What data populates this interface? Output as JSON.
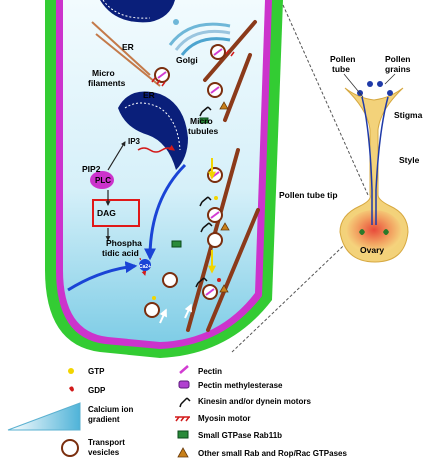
{
  "cell_labels": {
    "er_top": "ER",
    "golgi": "Golgi",
    "micro_filaments": [
      "Micro",
      "filaments"
    ],
    "er_mid": "ER",
    "micro_tubules": [
      "Micro",
      "tubules"
    ],
    "ip3": "IP3",
    "pip2": "PIP2",
    "plc": "PLC",
    "dag": "DAG",
    "phosphatidic_acid": [
      "Phospha",
      "tidic acid"
    ],
    "calcium": "Ca2+"
  },
  "flower_labels": {
    "pollen_tube": [
      "Pollen",
      "tube"
    ],
    "pollen_grains": [
      "Pollen",
      "grains"
    ],
    "stigma": "Stigma",
    "style": "Style",
    "pollen_tube_tip": "Pollen tube tip",
    "ovary": "Ovary"
  },
  "legend": {
    "gtp": "GTP",
    "gdp": "GDP",
    "calcium_gradient": [
      "Calcium ion",
      "gradient"
    ],
    "transport_vesicles": [
      "Transport",
      "vesicles"
    ],
    "pectin": "Pectin",
    "pectin_methylesterase": "Pectin methylesterase",
    "kinesin_dynein": "Kinesin and/or dynein motors",
    "myosin": "Myosin motor",
    "rab11b": "Small GTPase Rab11b",
    "other_gtpases": "Other small Rab and Rop/Rac GTPases"
  },
  "colors": {
    "wall_magenta": "#cc33cc",
    "wall_green": "#33cc33",
    "cytoplasm_light": "#eaf7fb",
    "cytoplasm_blue": "#8fd3ea",
    "er_navy": "#0a1f7a",
    "microtubule_brown": "#8b3a1a",
    "calcium_arrow_blue": "#1a44d6",
    "dag_box_red": "#e01818",
    "flower_yellow": "#f3d27a",
    "ovary_red": "#e05040"
  }
}
